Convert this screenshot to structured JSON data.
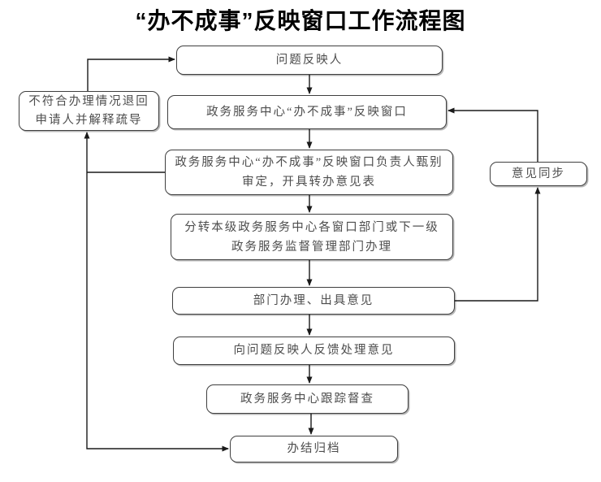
{
  "page_title": "“办不成事”反映窗口工作流程图",
  "flowchart": {
    "nodes": {
      "reporter": {
        "label": "问题反映人"
      },
      "window": {
        "label": "政务服务中心“办不成事”反映窗口"
      },
      "screening": {
        "line1": "政务服务中心“办不成事”反映窗口负责人甄别",
        "line2": "审定，开具转办意见表"
      },
      "dispatch": {
        "line1": "分转本级政务服务中心各窗口部门或下一级",
        "line2": "政务服务监督管理部门办理"
      },
      "handle": {
        "label": "部门办理、出具意见"
      },
      "feedback": {
        "label": "向问题反映人反馈处理意见"
      },
      "track": {
        "label": "政务服务中心跟踪督查"
      },
      "archive": {
        "label": "办结归档"
      },
      "reject": {
        "line1": "不符合办理情况退回",
        "line2": "申请人并解释疏导"
      },
      "sync": {
        "label": "意见同步"
      }
    },
    "colors": {
      "line": "#1a1a1a",
      "box_border": "#3f3f3f",
      "box_text": "#4d4d4d",
      "title_text": "#000000",
      "background": "#ffffff"
    }
  }
}
